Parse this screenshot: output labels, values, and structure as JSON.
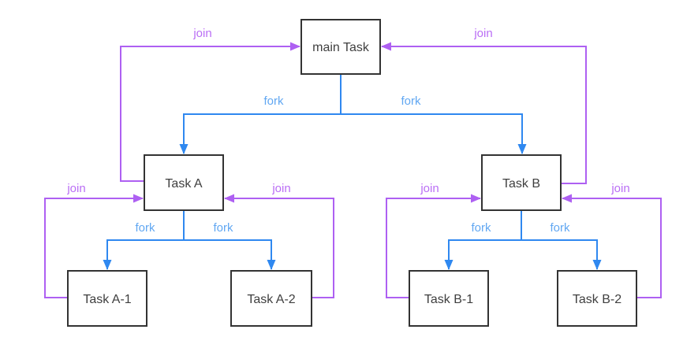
{
  "colors": {
    "fork_line": "#2f88f0",
    "fork_label": "#61a7f2",
    "join_line": "#ae60f2",
    "join_label": "#ba6ef5",
    "node_border": "#333333",
    "node_text": "#3f3f3f",
    "background": "#ffffff"
  },
  "nodes": {
    "main": {
      "label": "main Task"
    },
    "task_a": {
      "label": "Task A"
    },
    "task_b": {
      "label": "Task B"
    },
    "task_a1": {
      "label": "Task A-1"
    },
    "task_a2": {
      "label": "Task A-2"
    },
    "task_b1": {
      "label": "Task B-1"
    },
    "task_b2": {
      "label": "Task B-2"
    }
  },
  "edges": [
    {
      "from": "main",
      "to": "task_a",
      "type": "fork",
      "label": "fork"
    },
    {
      "from": "main",
      "to": "task_b",
      "type": "fork",
      "label": "fork"
    },
    {
      "from": "task_a",
      "to": "task_a1",
      "type": "fork",
      "label": "fork"
    },
    {
      "from": "task_a",
      "to": "task_a2",
      "type": "fork",
      "label": "fork"
    },
    {
      "from": "task_b",
      "to": "task_b1",
      "type": "fork",
      "label": "fork"
    },
    {
      "from": "task_b",
      "to": "task_b2",
      "type": "fork",
      "label": "fork"
    },
    {
      "from": "task_a",
      "to": "main",
      "type": "join",
      "label": "join"
    },
    {
      "from": "task_b",
      "to": "main",
      "type": "join",
      "label": "join"
    },
    {
      "from": "task_a1",
      "to": "task_a",
      "type": "join",
      "label": "join"
    },
    {
      "from": "task_a2",
      "to": "task_a",
      "type": "join",
      "label": "join"
    },
    {
      "from": "task_b1",
      "to": "task_b",
      "type": "join",
      "label": "join"
    },
    {
      "from": "task_b2",
      "to": "task_b",
      "type": "join",
      "label": "join"
    }
  ]
}
